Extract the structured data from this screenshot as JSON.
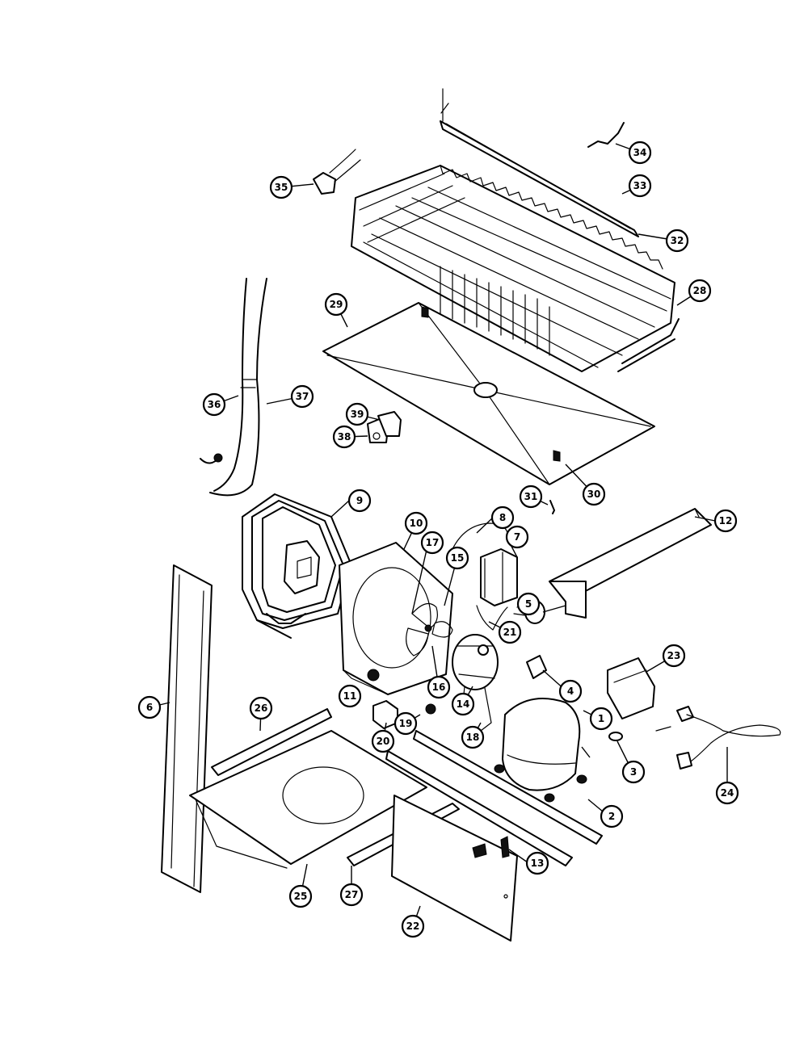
{
  "callouts": [
    {
      "id": "1",
      "label": "1"
    },
    {
      "id": "2",
      "label": "2"
    },
    {
      "id": "3",
      "label": "3"
    },
    {
      "id": "4",
      "label": "4"
    },
    {
      "id": "5",
      "label": "5"
    },
    {
      "id": "6",
      "label": "6"
    },
    {
      "id": "7",
      "label": "7"
    },
    {
      "id": "8",
      "label": "8"
    },
    {
      "id": "9",
      "label": "9"
    },
    {
      "id": "10",
      "label": "10"
    },
    {
      "id": "11",
      "label": "11"
    },
    {
      "id": "12",
      "label": "12"
    },
    {
      "id": "13",
      "label": "13"
    },
    {
      "id": "14",
      "label": "14"
    },
    {
      "id": "15",
      "label": "15"
    },
    {
      "id": "16",
      "label": "16"
    },
    {
      "id": "17",
      "label": "17"
    },
    {
      "id": "18",
      "label": "18"
    },
    {
      "id": "19",
      "label": "19"
    },
    {
      "id": "20",
      "label": "20"
    },
    {
      "id": "21",
      "label": "21"
    },
    {
      "id": "22",
      "label": "22"
    },
    {
      "id": "23",
      "label": "23"
    },
    {
      "id": "24",
      "label": "24"
    },
    {
      "id": "25",
      "label": "25"
    },
    {
      "id": "26",
      "label": "26"
    },
    {
      "id": "27",
      "label": "27"
    },
    {
      "id": "28",
      "label": "28"
    },
    {
      "id": "29",
      "label": "29"
    },
    {
      "id": "30",
      "label": "30"
    },
    {
      "id": "31",
      "label": "31"
    },
    {
      "id": "32",
      "label": "32"
    },
    {
      "id": "33",
      "label": "33"
    },
    {
      "id": "34",
      "label": "34"
    },
    {
      "id": "35",
      "label": "35"
    },
    {
      "id": "36",
      "label": "36"
    },
    {
      "id": "37",
      "label": "37"
    },
    {
      "id": "38",
      "label": "38"
    },
    {
      "id": "39",
      "label": "39"
    }
  ]
}
